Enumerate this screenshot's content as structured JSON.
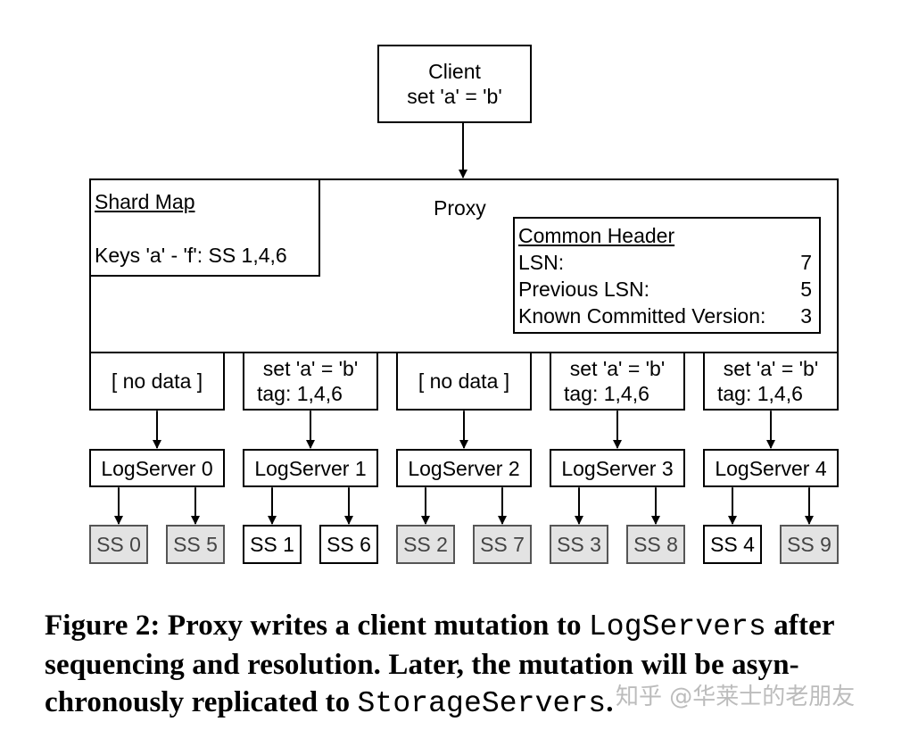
{
  "client": {
    "title": "Client",
    "command": "set 'a' = 'b'"
  },
  "proxy": {
    "title": "Proxy"
  },
  "shard_map": {
    "title": "Shard Map",
    "entry": "Keys 'a' - 'f': SS 1,4,6"
  },
  "common_header": {
    "title": "Common Header",
    "rows": [
      {
        "label": "LSN:",
        "value": "7"
      },
      {
        "label": "Previous LSN:",
        "value": "5"
      },
      {
        "label": "Known Committed Version:",
        "value": "3"
      }
    ]
  },
  "buffers": [
    {
      "line1": "[ no data ]",
      "line2": ""
    },
    {
      "line1": "set 'a' = 'b'",
      "line2": "tag: 1,4,6"
    },
    {
      "line1": "[ no data ]",
      "line2": ""
    },
    {
      "line1": "set 'a' = 'b'",
      "line2": "tag: 1,4,6"
    },
    {
      "line1": "set 'a' = 'b'",
      "line2": "tag: 1,4,6"
    }
  ],
  "log_servers": [
    "LogServer 0",
    "LogServer 1",
    "LogServer 2",
    "LogServer 3",
    "LogServer 4"
  ],
  "storage_servers": [
    {
      "label": "SS 0",
      "tagged": false
    },
    {
      "label": "SS 5",
      "tagged": false
    },
    {
      "label": "SS 1",
      "tagged": true
    },
    {
      "label": "SS 6",
      "tagged": true
    },
    {
      "label": "SS 2",
      "tagged": false
    },
    {
      "label": "SS 7",
      "tagged": false
    },
    {
      "label": "SS 3",
      "tagged": false
    },
    {
      "label": "SS 8",
      "tagged": false
    },
    {
      "label": "SS 4",
      "tagged": true
    },
    {
      "label": "SS 9",
      "tagged": false
    }
  ],
  "caption": {
    "part1": "Figure 2: Proxy writes a client mutation to ",
    "code1": "LogServers",
    "part2": " after sequencing and resolution. Later, the mutation will be asyn-chronously replicated to ",
    "code2": "StorageServers",
    "part3": "."
  },
  "watermark": "知乎 @华莱士的老朋友"
}
